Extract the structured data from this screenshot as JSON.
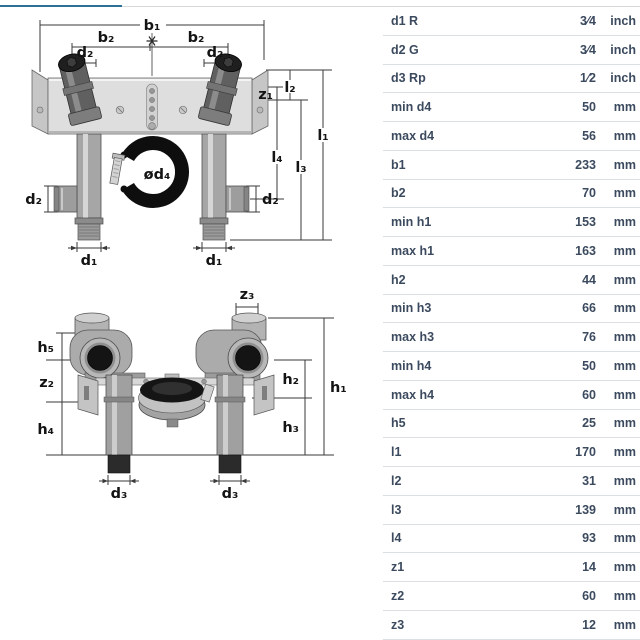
{
  "page": {
    "accent_color": "#2c7094",
    "rule_color": "#d9d9d9",
    "table_text_color": "#3b4a5e"
  },
  "diagram_front": {
    "labels": {
      "b1": "b₁",
      "b2": "b₂",
      "d2": "d₂",
      "d1": "d₁",
      "d4": "ød₄",
      "l1": "l₁",
      "l2": "l₂",
      "l3": "l₃",
      "l4": "l₄",
      "z1": "z₁"
    }
  },
  "diagram_side": {
    "labels": {
      "h1": "h₁",
      "h2": "h₂",
      "h3": "h₃",
      "h4": "h₄",
      "h5": "h₅",
      "z2": "z₂",
      "z3": "z₃",
      "d3": "d₃"
    }
  },
  "spec_table": {
    "rows": [
      {
        "label": "d1 R",
        "value": "3⁄4",
        "unit": "inch"
      },
      {
        "label": "d2 G",
        "value": "3⁄4",
        "unit": "inch"
      },
      {
        "label": "d3 Rp",
        "value": "1⁄2",
        "unit": "inch"
      },
      {
        "label": "min d4",
        "value": "50",
        "unit": "mm"
      },
      {
        "label": "max d4",
        "value": "56",
        "unit": "mm"
      },
      {
        "label": "b1",
        "value": "233",
        "unit": "mm"
      },
      {
        "label": "b2",
        "value": "70",
        "unit": "mm"
      },
      {
        "label": "min h1",
        "value": "153",
        "unit": "mm"
      },
      {
        "label": "max h1",
        "value": "163",
        "unit": "mm"
      },
      {
        "label": "h2",
        "value": "44",
        "unit": "mm"
      },
      {
        "label": "min h3",
        "value": "66",
        "unit": "mm"
      },
      {
        "label": "max h3",
        "value": "76",
        "unit": "mm"
      },
      {
        "label": "min h4",
        "value": "50",
        "unit": "mm"
      },
      {
        "label": "max h4",
        "value": "60",
        "unit": "mm"
      },
      {
        "label": "h5",
        "value": "25",
        "unit": "mm"
      },
      {
        "label": "l1",
        "value": "170",
        "unit": "mm"
      },
      {
        "label": "l2",
        "value": "31",
        "unit": "mm"
      },
      {
        "label": "l3",
        "value": "139",
        "unit": "mm"
      },
      {
        "label": "l4",
        "value": "93",
        "unit": "mm"
      },
      {
        "label": "z1",
        "value": "14",
        "unit": "mm"
      },
      {
        "label": "z2",
        "value": "60",
        "unit": "mm"
      },
      {
        "label": "z3",
        "value": "12",
        "unit": "mm"
      }
    ]
  }
}
